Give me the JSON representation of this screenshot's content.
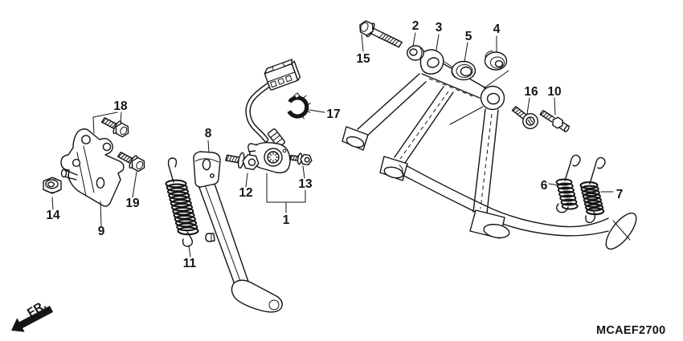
{
  "diagram": {
    "code": "MCAEF2700",
    "fr_label": "FR."
  },
  "colors": {
    "line": "#151515",
    "background": "#ffffff"
  },
  "callouts": {
    "n1": "1",
    "n2": "2",
    "n3": "3",
    "n4": "4",
    "n5": "5",
    "n6": "6",
    "n7": "7",
    "n8": "8",
    "n9": "9",
    "n10": "10",
    "n11": "11",
    "n12": "12",
    "n13": "13",
    "n14": "14",
    "n15": "15",
    "n16": "16",
    "n17": "17",
    "n18": "18",
    "n19": "19"
  }
}
